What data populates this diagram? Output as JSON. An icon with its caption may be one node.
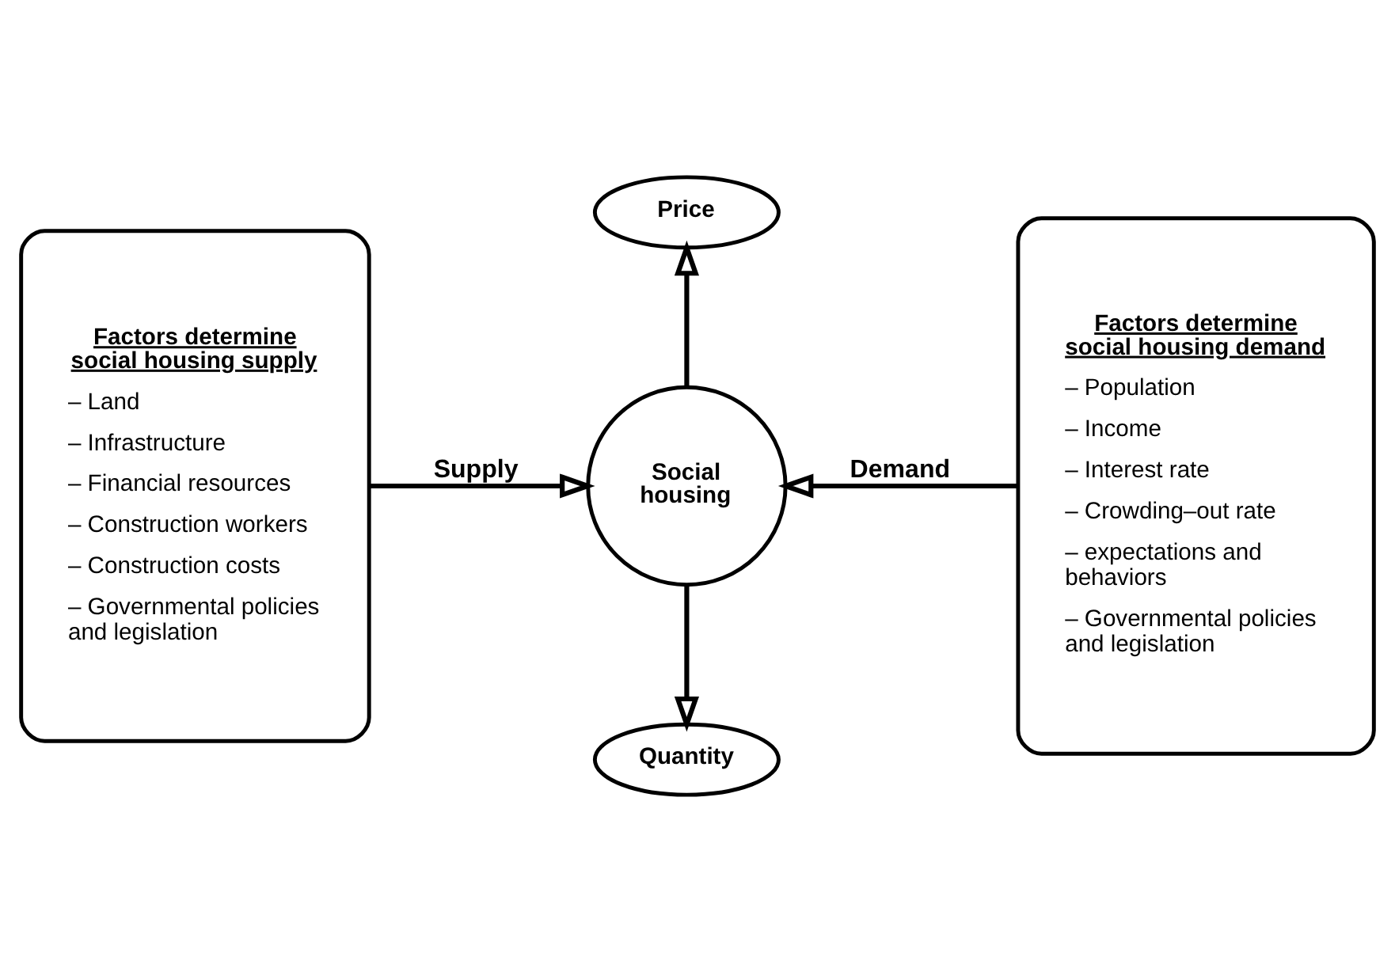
{
  "diagram": {
    "nodes": [
      {
        "text": [
          "Factors determine social housing supply",
          "– Land",
          "– Infrastructure",
          "– Financial resources",
          "– Construction workers",
          "– Construction costs",
          "– Governmental policies and legislation"
        ]
      },
      {
        "text": [
          "Price"
        ]
      },
      {
        "text": [
          "Social housing"
        ]
      },
      {
        "text": [
          "Quantity"
        ]
      },
      {
        "text": [
          "Factors determine social housing demand",
          "– Population",
          "– Income",
          "– Interest rate",
          "– Crowding–out rate",
          "– expectations and behaviors",
          "– Governmental policies and legislation"
        ]
      }
    ],
    "edges": [
      {
        "from": 0,
        "to": 2,
        "arrow": "to",
        "label": "Supply"
      },
      {
        "from": 4,
        "to": 2,
        "arrow": "to",
        "label": "Demand"
      },
      {
        "from": 2,
        "to": 1,
        "arrow": "to"
      },
      {
        "from": 2,
        "to": 3,
        "arrow": "to"
      }
    ]
  }
}
